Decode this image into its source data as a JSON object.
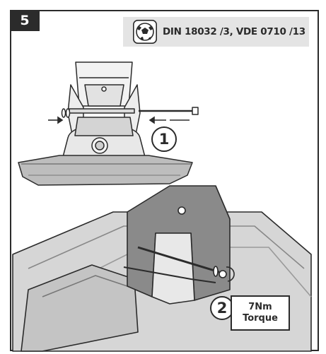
{
  "step": {
    "number": "5"
  },
  "standard": {
    "text": "DIN 18032 /3, VDE 0710 /13",
    "icon": "soccer-ball-icon"
  },
  "callouts": [
    {
      "label": "1"
    },
    {
      "label": "2"
    }
  ],
  "torque": {
    "value": "7Nm",
    "label": "Torque"
  },
  "colors": {
    "ink": "#2b2b2b",
    "panel": "#e4e4e4",
    "metal": "#6e6e6e",
    "housing": "#cfcfcf"
  }
}
